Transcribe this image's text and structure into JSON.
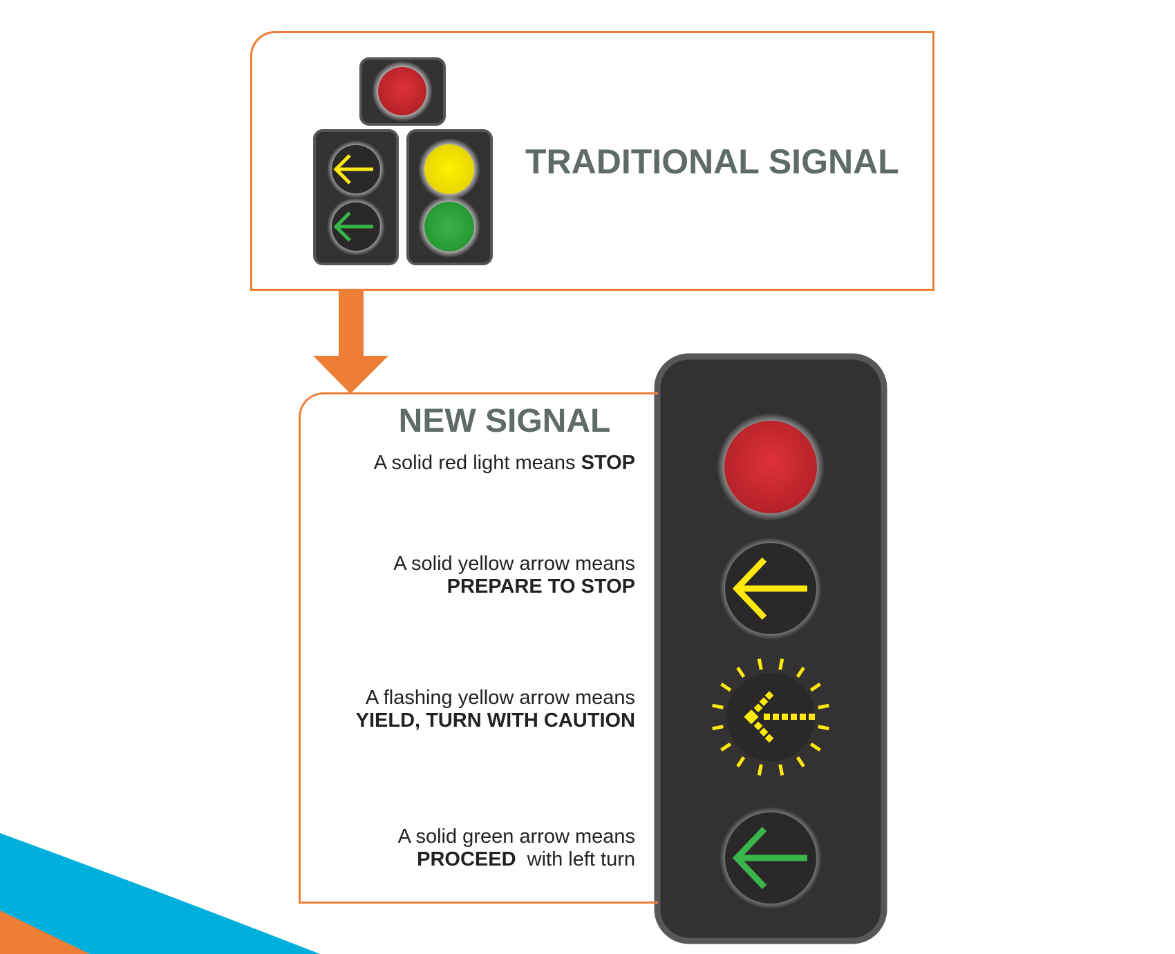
{
  "traditional": {
    "title": "TRADITIONAL SIGNAL"
  },
  "new_signal": {
    "title": "NEW SIGNAL",
    "items": [
      {
        "line1": "A solid red light means ",
        "bold": "STOP",
        "tail": ""
      },
      {
        "line1": "A solid yellow arrow means",
        "bold": "PREPARE TO STOP",
        "tail": ""
      },
      {
        "line1": "A flashing yellow arrow means",
        "bold": "YIELD, TURN WITH CAUTION",
        "tail": ""
      },
      {
        "line1": "A solid green arrow means",
        "bold": "PROCEED",
        "tail": "  with left turn"
      }
    ]
  },
  "colors": {
    "orange": "#ee7d35",
    "blue": "#00b0dc",
    "red": "#d42a30",
    "yellow": "#ffe90f",
    "green": "#3ab54a",
    "housing": "#333132"
  }
}
